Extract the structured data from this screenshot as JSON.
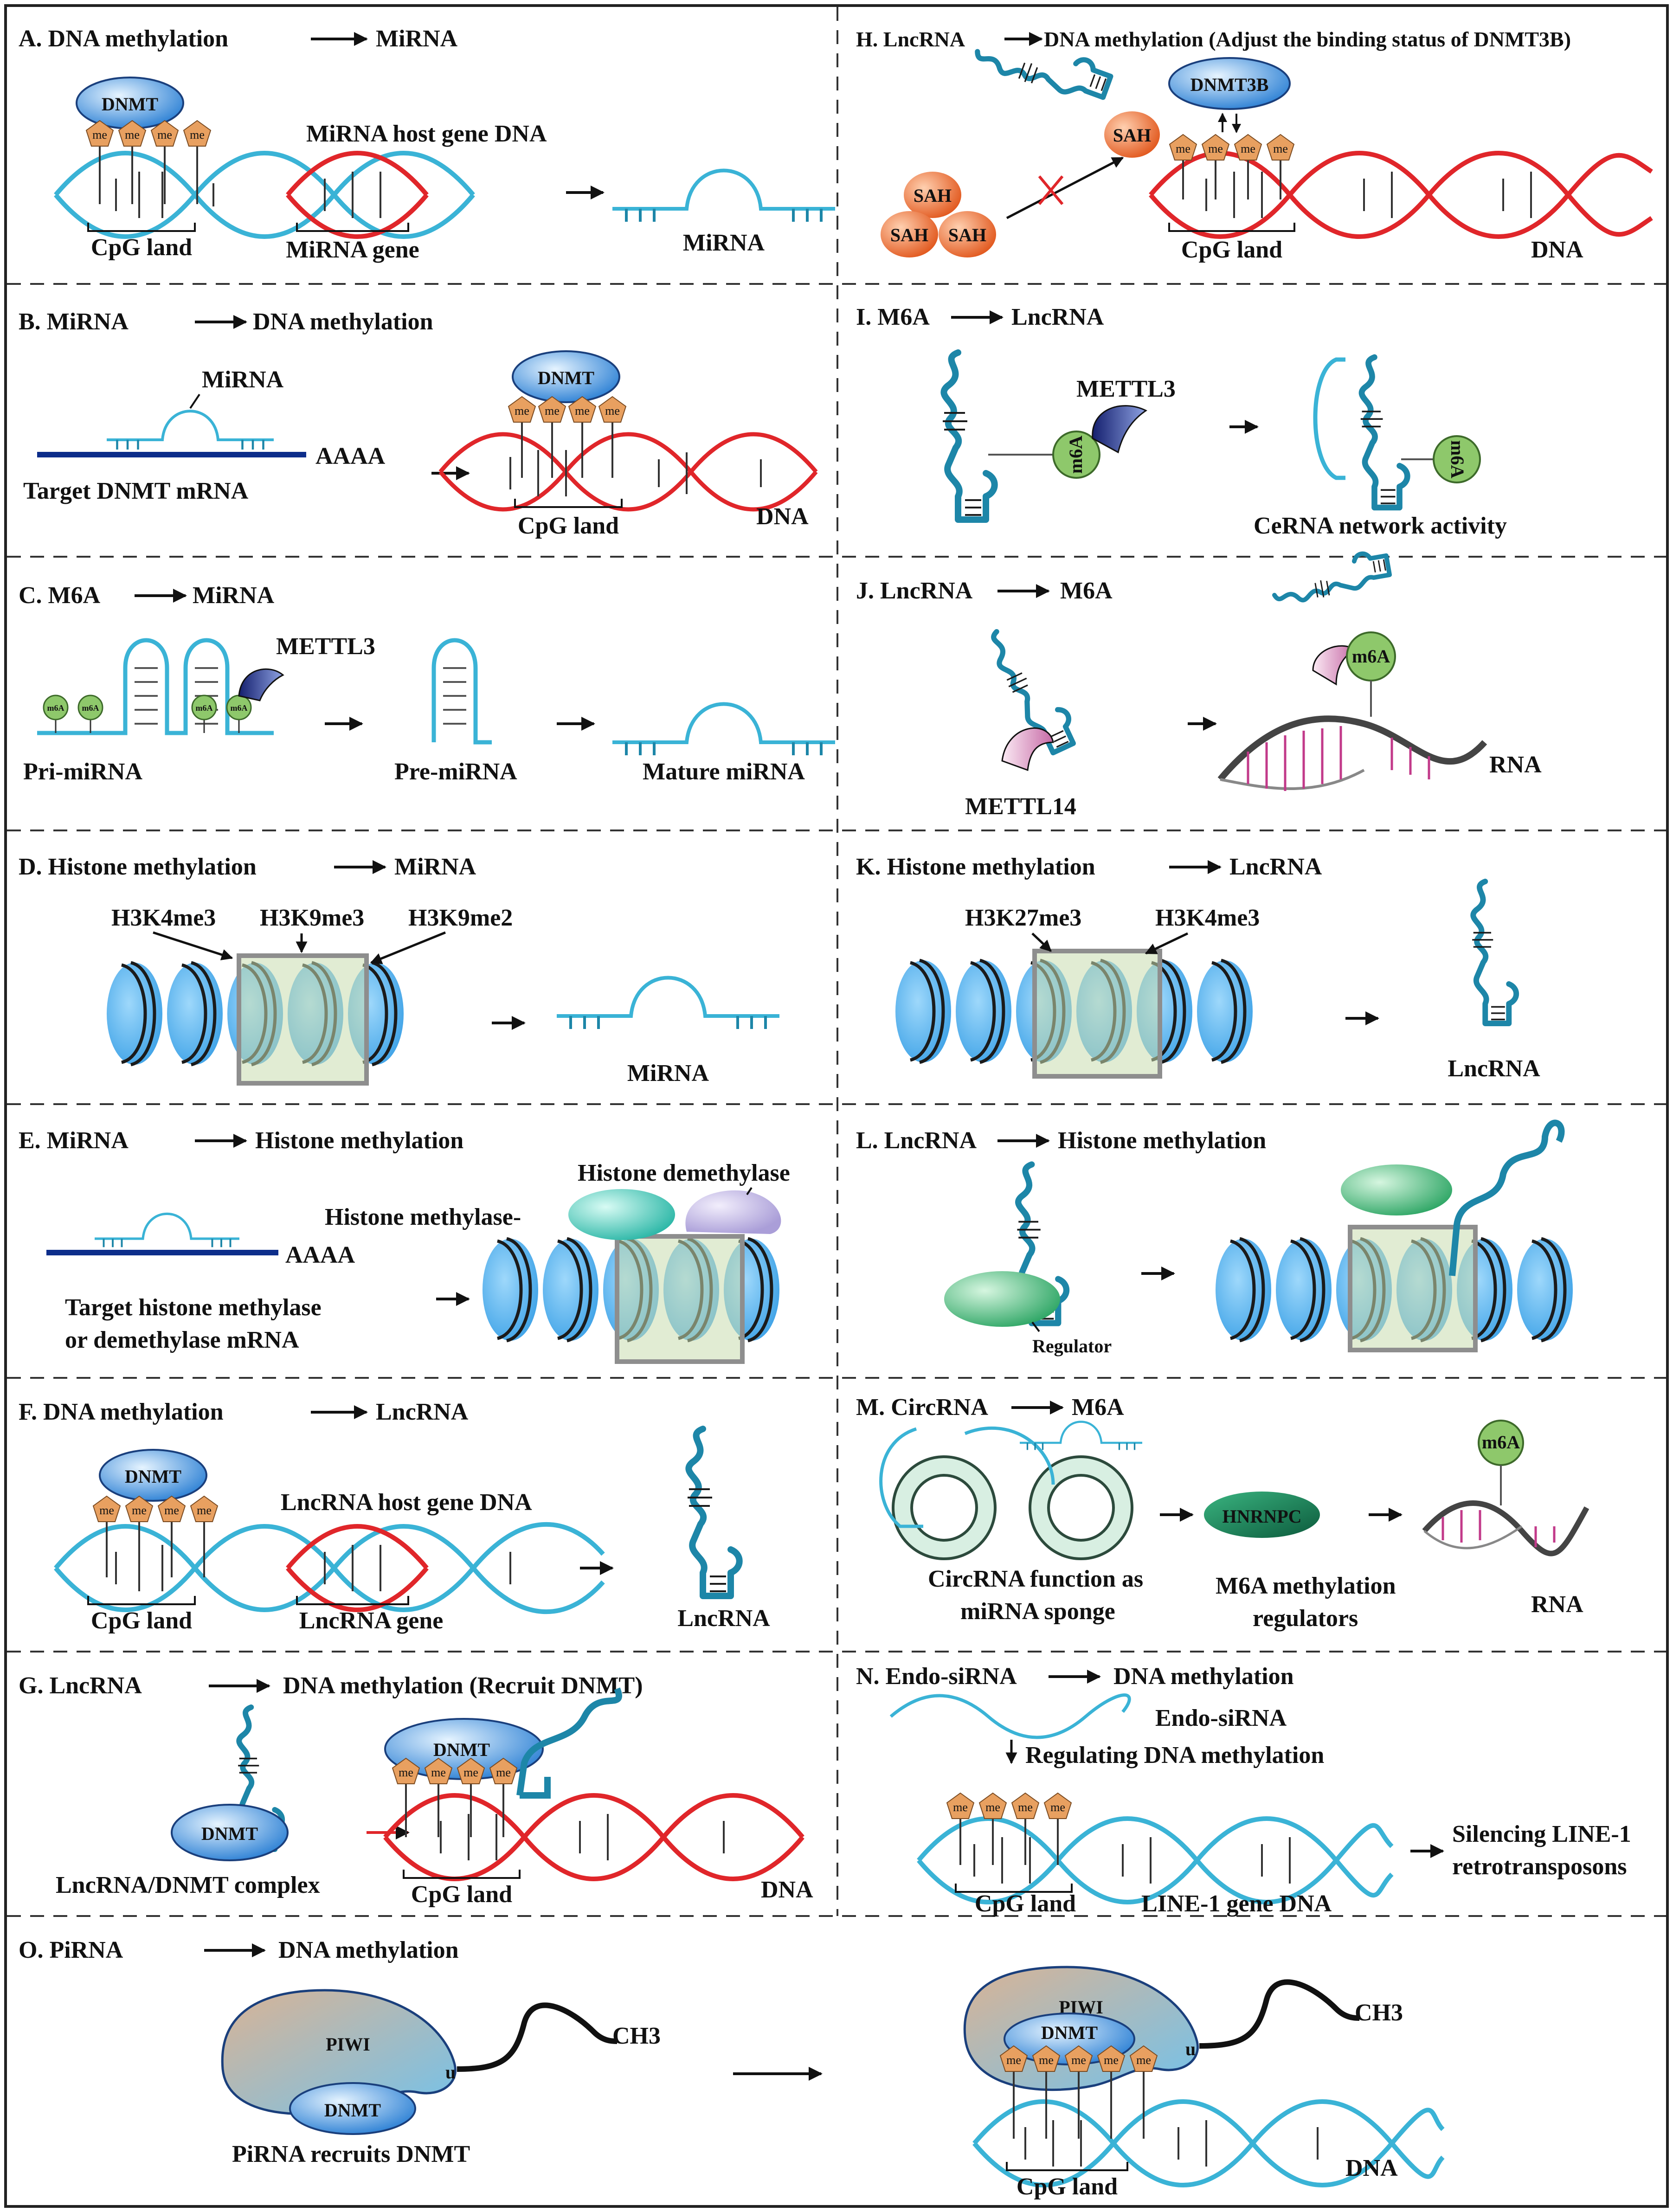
{
  "panels": {
    "A": {
      "title_left": "A.  DNA methylation",
      "title_right": "MiRNA",
      "dnmt": "DNMT",
      "me": "me",
      "host_gene": "MiRNA host gene DNA",
      "cpg": "CpG land",
      "gene": "MiRNA gene",
      "product": "MiRNA"
    },
    "B": {
      "title_left": "B.  MiRNA",
      "title_right": "DNA methylation",
      "mirna": "MiRNA",
      "polyA": "AAAA",
      "target": "Target DNMT mRNA",
      "dnmt": "DNMT",
      "cpg": "CpG land",
      "dna": "DNA"
    },
    "C": {
      "title_left": "C.  M6A",
      "title_right": "MiRNA",
      "mettl3": "METTL3",
      "m6a": "m6A",
      "pri": "Pri-miRNA",
      "pre": "Pre-miRNA",
      "mature": "Mature miRNA"
    },
    "D": {
      "title_left": "D.  Histone methylation",
      "title_right": "MiRNA",
      "mark1": "H3K4me3",
      "mark2": "H3K9me3",
      "mark3": "H3K9me2",
      "product": "MiRNA"
    },
    "E": {
      "title_left": "E.  MiRNA",
      "title_right": "Histone methylation",
      "demethylase": "Histone demethylase",
      "methylase": "Histone methylase-",
      "polyA": "AAAA",
      "target1": "Target histone methylase",
      "target2": "or demethylase mRNA"
    },
    "F": {
      "title_left": "F.  DNA methylation",
      "title_right": "LncRNA",
      "dnmt": "DNMT",
      "host_gene": "LncRNA host gene DNA",
      "cpg": "CpG land",
      "gene": "LncRNA gene",
      "product": "LncRNA"
    },
    "G": {
      "title_left": "G.  LncRNA",
      "title_right": "DNA methylation (Recruit DNMT)",
      "dnmt": "DNMT",
      "complex": "LncRNA/DNMT complex",
      "cpg": "CpG land",
      "dna": "DNA"
    },
    "H": {
      "title_left": "H.  LncRNA",
      "title_right": "DNA methylation (Adjust the binding status of DNMT3B)",
      "dnmt3b": "DNMT3B",
      "sah": "SAH",
      "cpg": "CpG land",
      "dna": "DNA"
    },
    "I": {
      "title_left": "I.  M6A",
      "title_right": "LncRNA",
      "mettl3": "METTL3",
      "m6a": "m6A",
      "cerna": "CeRNA network activity"
    },
    "J": {
      "title_left": "J.  LncRNA",
      "title_right": "M6A",
      "m6a": "m6A",
      "mettl14": "METTL14",
      "rna": "RNA"
    },
    "K": {
      "title_left": "K.  Histone methylation",
      "title_right": "LncRNA",
      "mark1": "H3K27me3",
      "mark2": "H3K4me3",
      "product": "LncRNA"
    },
    "L": {
      "title_left": "L.  LncRNA",
      "title_right": "Histone methylation",
      "regulator": "Regulator"
    },
    "M": {
      "title_left": "M.  CircRNA",
      "title_right": "M6A",
      "hnrnpc": "HNRNPC",
      "m6a": "m6A",
      "circ1": "CircRNA function as",
      "circ2": "miRNA sponge",
      "reg1": "M6A methylation",
      "reg2": "regulators",
      "rna": "RNA"
    },
    "N": {
      "title_left": "N.  Endo-siRNA",
      "title_right": "DNA methylation",
      "sirna": "Endo-siRNA",
      "regulating": "Regulating DNA methylation",
      "cpg": "CpG land",
      "line1": "LINE-1 gene DNA",
      "silence1": "Silencing LINE-1",
      "silence2": "retrotransposons"
    },
    "O": {
      "title_left": "O.  PiRNA",
      "title_right": "DNA methylation",
      "piwi": "PIWI",
      "dnmt": "DNMT",
      "u": "u",
      "ch3": "CH3",
      "recruits": "PiRNA recruits DNMT",
      "cpg": "CpG land",
      "dna": "DNA"
    }
  },
  "colors": {
    "dna_red": "#e0262a",
    "dna_cyan": "#3ab3d6",
    "rna_teal": "#1d86a8",
    "mrna_navy": "#0c2d8a",
    "me_orange": "#e8a060",
    "dnmt_blue": "#3a8fd8",
    "histone_blue": "#5ab4ea",
    "box_green": "#c9dcae",
    "m6a_green": "#8ec86b",
    "sah_orange": "#e8703a"
  }
}
